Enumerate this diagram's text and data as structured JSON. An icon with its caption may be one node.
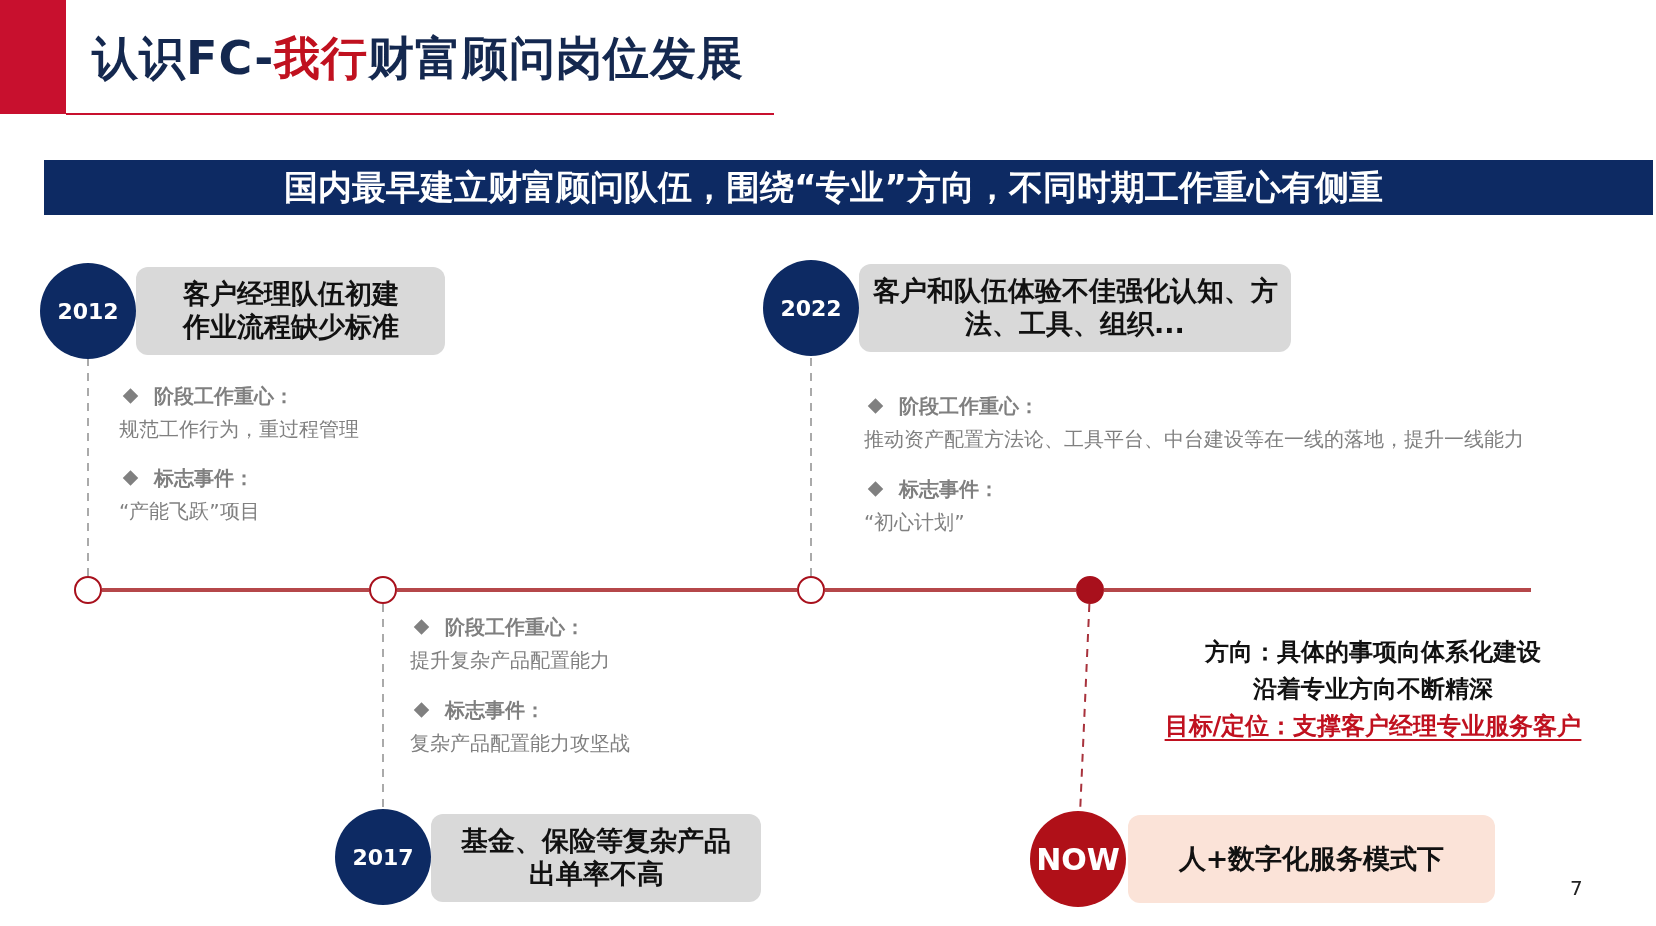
{
  "diagram": {
    "title": "认识FC-**我行**财富顾问岗位发展",
    "nodes": [
      {
        "text": [
          "国内最早建立财富顾问队伍，围绕“专业”方向，不同时期工作重心有侧重"
        ]
      },
      {
        "text": [
          "2012"
        ]
      },
      {
        "text": [
          "客户经理队伍初建作业流程缺少标准"
        ]
      },
      {
        "text": [
          "2022"
        ]
      },
      {
        "text": [
          "客户和队伍体验不佳强化认知、方法、工具、组织..."
        ]
      },
      {
        "text": [],
        "shape": "circle"
      },
      {
        "text": [],
        "shape": "circle"
      },
      {
        "text": [],
        "shape": "circle"
      },
      {
        "text": [],
        "shape": "circle"
      },
      {
        "text": [
          "2017"
        ]
      },
      {
        "text": [
          "基金、保险等复杂产品出单率不高"
        ]
      },
      {
        "text": [
          "NOW"
        ]
      },
      {
        "text": [
          "人+数字化服务模式下"
        ]
      }
    ],
    "edges": [
      {
        "from": 5,
        "to": 1,
        "arrow": "none",
        "style": "dashed"
      },
      {
        "from": 7,
        "to": 3,
        "arrow": "none",
        "style": "dashed"
      },
      {
        "from": 6,
        "to": 9,
        "arrow": "none",
        "style": "dashed"
      },
      {
        "from": 8,
        "to": 11,
        "arrow": "none",
        "style": "dashed",
        "color": "#a8323c"
      },
      {
        "from": 5,
        "to": 6,
        "arrow": "none",
        "color": "#b5474a"
      },
      {
        "from": 6,
        "to": 7,
        "arrow": "none",
        "color": "#b5474a"
      },
      {
        "from": 7,
        "to": 8,
        "arrow": "none",
        "color": "#b5474a"
      }
    ],
    "labels": [
      "阶段工作重心：",
      "规范工作行为，重过程管理",
      "标志事件：",
      "“产能飞跃”项目",
      "阶段工作重心：",
      "推动资产配置方法论、工具平台、中台建设等在一线的落地，提升一线能力",
      "标志事件：",
      "“初心计划”",
      "阶段工作重心：",
      "提升复杂产品配置能力",
      "标志事件：",
      "复杂产品配置能力攻坚战",
      "方向：具体的事项向体系化建设",
      "沿着专业方向不断精深",
      "目标/定位：支撑客户经理专业服务客户",
      "7"
    ]
  }
}
